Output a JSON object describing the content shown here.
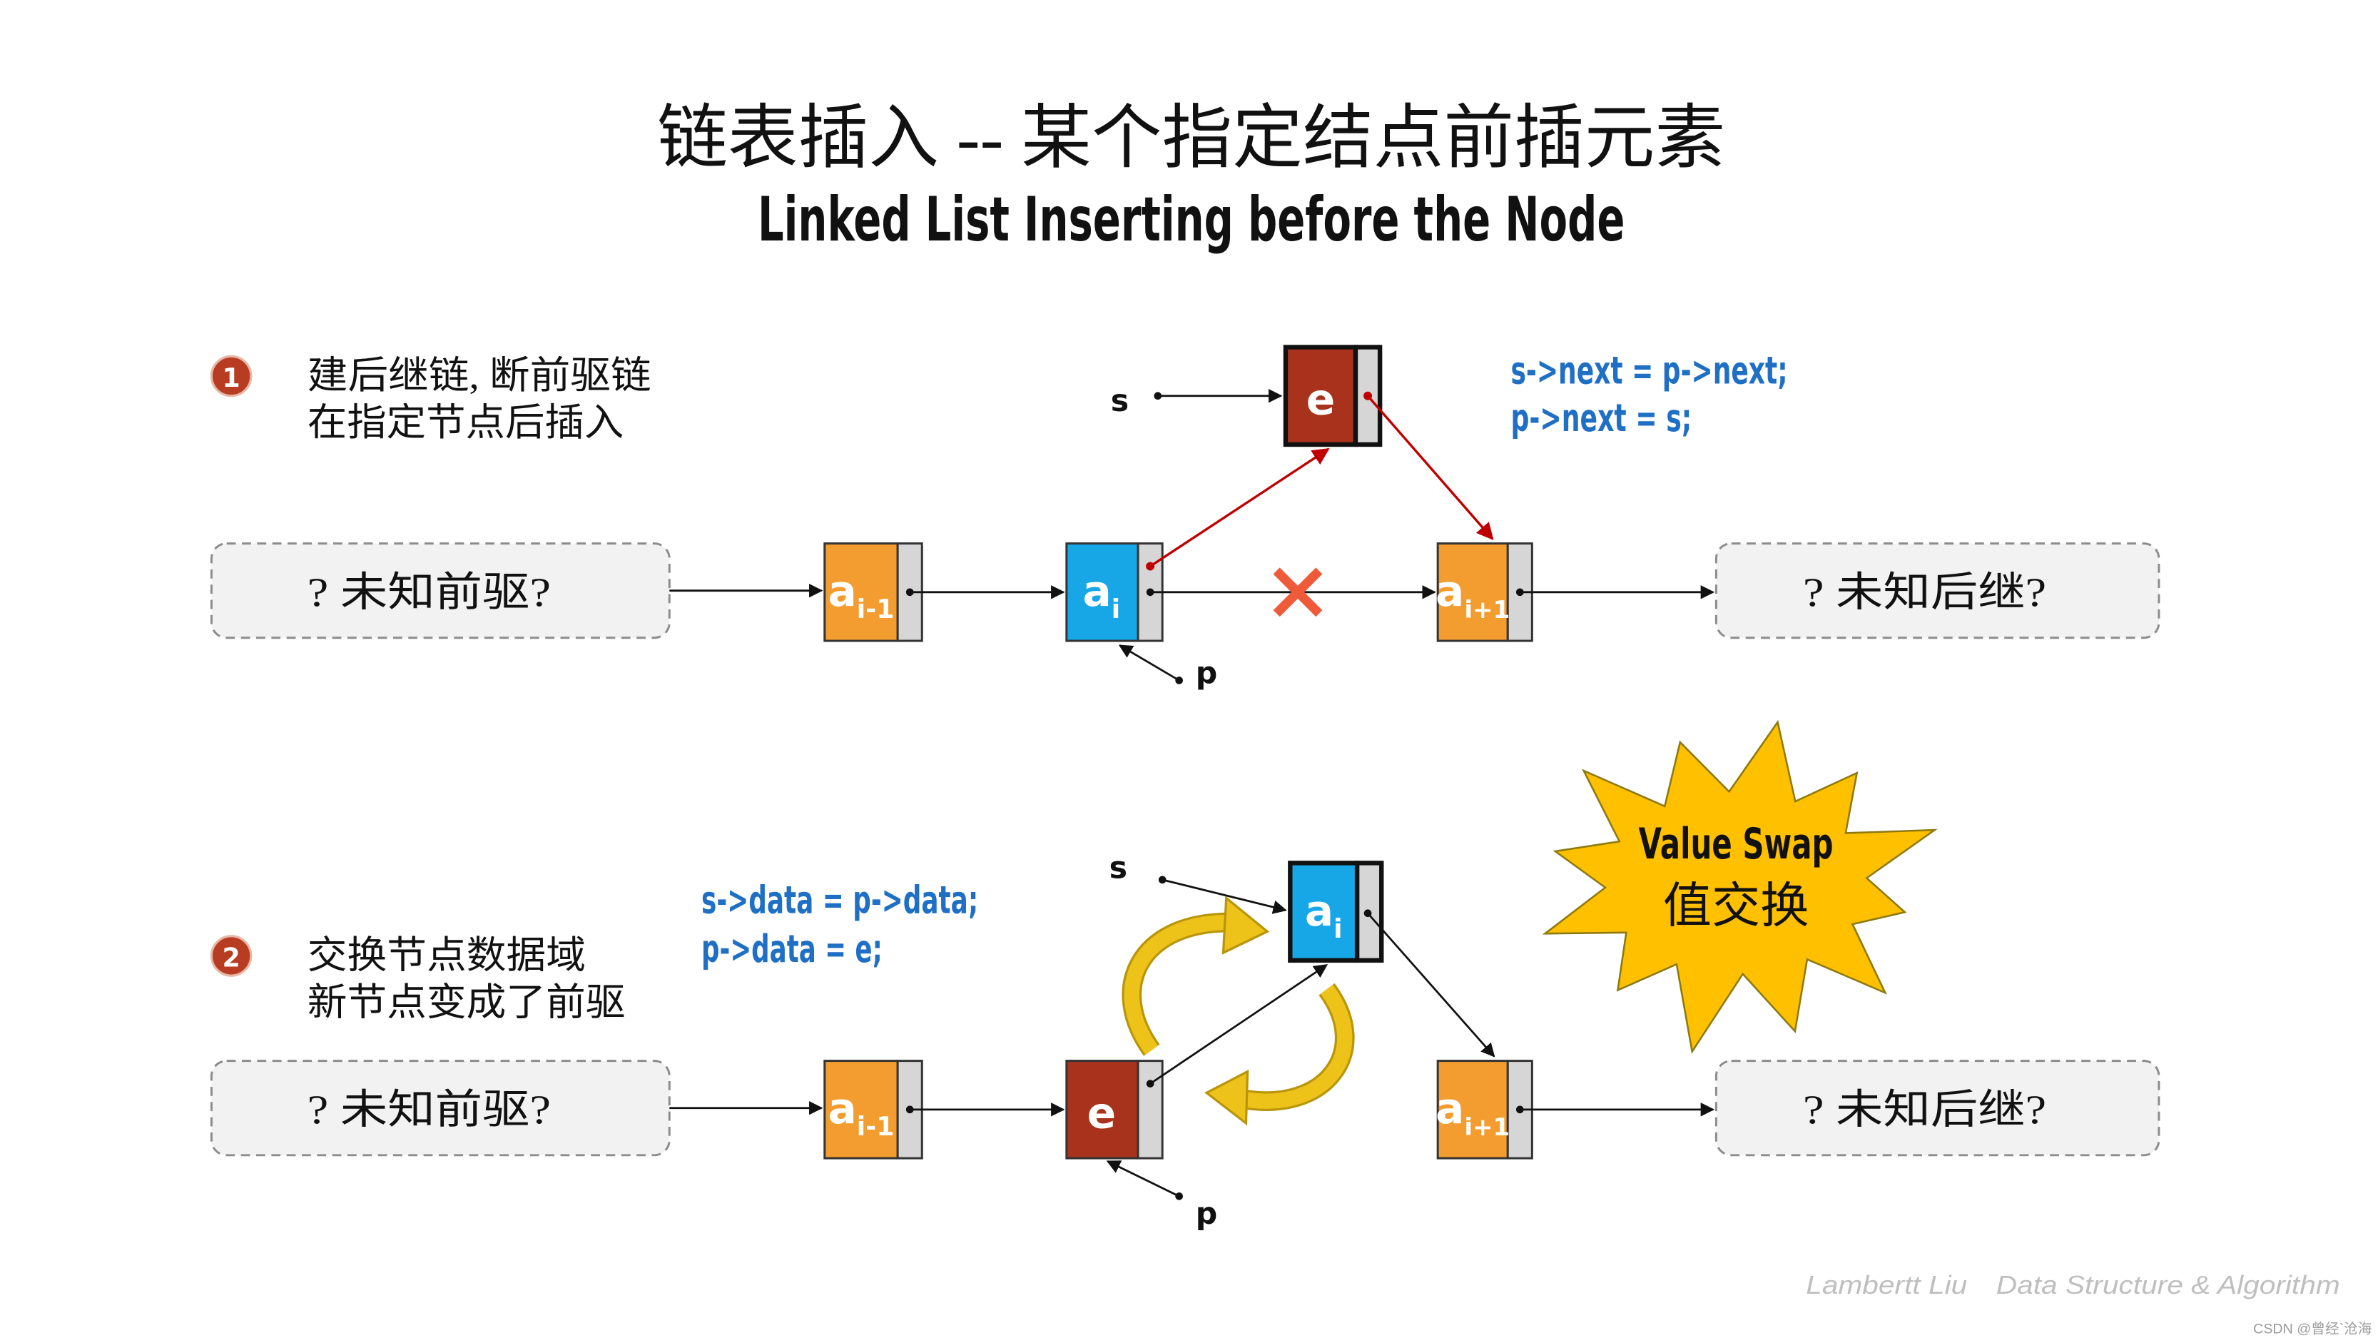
{
  "title": {
    "zh": "链表插入 -- 某个指定结点前插元素",
    "en": "Linked List Inserting before the Node"
  },
  "steps": [
    {
      "badge": "1",
      "lines": [
        "建后继链, 断前驱链",
        "在指定节点后插入"
      ],
      "code": [
        "s->next = p->next;",
        "p->next = s;"
      ]
    },
    {
      "badge": "2",
      "lines": [
        "交换节点数据域",
        "新节点变成了前驱"
      ],
      "code": [
        "s->data = p->data;",
        "p->data = e;"
      ]
    }
  ],
  "unknown": {
    "prev": "? 未知前驱?",
    "next": "? 未知后继?"
  },
  "pointers": {
    "s": "s",
    "p": "p"
  },
  "nodes": {
    "prev": {
      "main": "a",
      "sub": "i-1"
    },
    "cur": {
      "main": "a",
      "sub": "i"
    },
    "next": {
      "main": "a",
      "sub": "i+1"
    },
    "new": {
      "main": "e"
    }
  },
  "starburst": {
    "line1": "Value Swap",
    "line2": "值交换"
  },
  "watermark": {
    "author": "Lambertt Liu",
    "topic": "Data Structure & Algorithm",
    "csdn": "CSDN @曾经`沧海"
  },
  "colors": {
    "orange": "#F39C2F",
    "blue": "#17A6E6",
    "dark_red": "#A8321C",
    "code_blue": "#1F6FC5",
    "badge": "#B83C22",
    "cross": "#EE5A3A",
    "star": "#FFC000",
    "swap_arrow": "#EDC219"
  }
}
